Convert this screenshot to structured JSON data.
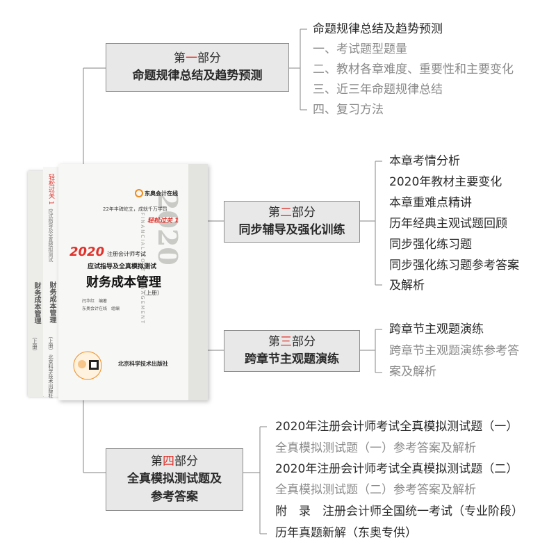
{
  "parts": [
    {
      "label_pre": "第",
      "label_num": "一",
      "label_post": "部分",
      "title": "命题规律总结及趋势预测",
      "items": [
        {
          "text": "命题规律总结及趋势预测",
          "gray": false
        },
        {
          "text": "一、考试题型题量",
          "gray": true
        },
        {
          "text": "二、教材各章难度、重要性和主要变化",
          "gray": true
        },
        {
          "text": "三、近三年命题规律总结",
          "gray": true
        },
        {
          "text": "四、复习方法",
          "gray": true
        }
      ]
    },
    {
      "label_pre": "第",
      "label_num": "二",
      "label_post": "部分",
      "title": "同步辅导及强化训练",
      "items": [
        {
          "text": "本章考情分析",
          "gray": false
        },
        {
          "text": "2020年教材主要变化",
          "gray": false
        },
        {
          "text": "本章重难点精讲",
          "gray": false
        },
        {
          "text": "历年经典主观试题回顾",
          "gray": false
        },
        {
          "text": "同步强化练习题",
          "gray": false
        },
        {
          "text": "同步强化练习题参考答案",
          "gray": false
        },
        {
          "text": "及解析",
          "gray": false
        }
      ]
    },
    {
      "label_pre": "第",
      "label_num": "三",
      "label_post": "部分",
      "title": "跨章节主观题演练",
      "items": [
        {
          "text": "跨章节主观题演练",
          "gray": false
        },
        {
          "text": "跨章节主观题演练参考答",
          "gray": true
        },
        {
          "text": "案及解析",
          "gray": true
        }
      ]
    },
    {
      "label_pre": "第",
      "label_num": "四",
      "label_post": "部分",
      "title_lines": [
        "全真模拟测试题及",
        "参考答案"
      ],
      "items": [
        {
          "text": "2020年注册会计师考试全真模拟测试题（一）",
          "gray": false
        },
        {
          "text": "全真模拟测试题（一）参考答案及解析",
          "gray": true
        },
        {
          "text": "2020年注册会计师考试全真模拟测试题（二）",
          "gray": false
        },
        {
          "text": "全真模拟测试题（二）参考答案及解析",
          "gray": true
        },
        {
          "text": "附　录　注册会计师全国统一考试（专业阶段）",
          "gray": false
        },
        {
          "text": "历年真题新解（东奥专供）",
          "gray": false
        }
      ]
    }
  ],
  "book": {
    "publisher_logo": "东奥会计在线",
    "slogan": "22年丰碑屹立，成就千万学员",
    "series": "轻松过关 1",
    "year": "2020",
    "exam": "注册会计师考试",
    "subtitle": "应试指导及全真模拟测试",
    "title": "财务成本管理",
    "volume": "（上册）",
    "author_1": "闫华红　编著",
    "author_2": "东奥会计在线　组编",
    "press": "北京科学技术出版社",
    "cover_en": "FINANCIAL COST MANAGEMENT",
    "spine_title": "财务成本管理",
    "spine_volume": "（上册）"
  },
  "colors": {
    "accent": "#e0322b",
    "box_fill": "#e8e8e8",
    "box_border": "#8c8c8c",
    "gray_text": "#8a8a8a",
    "logo_orange": "#f08a1c"
  }
}
